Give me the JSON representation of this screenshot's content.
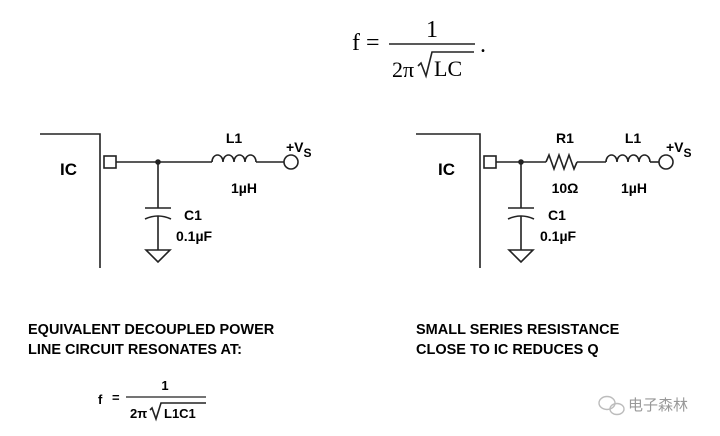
{
  "top_formula": {
    "lhs": "f",
    "equals": "=",
    "numerator": "1",
    "denominator_prefix": "2π",
    "radicand": "LC",
    "trailing": "."
  },
  "left_circuit": {
    "ic_label": "IC",
    "inductor_name": "L1",
    "inductor_value": "1µH",
    "capacitor_name": "C1",
    "capacitor_value": "0.1µF",
    "supply_prefix": "+V",
    "supply_sub": "S"
  },
  "right_circuit": {
    "ic_label": "IC",
    "resistor_name": "R1",
    "resistor_value": "10Ω",
    "inductor_name": "L1",
    "inductor_value": "1µH",
    "capacitor_name": "C1",
    "capacitor_value": "0.1µF",
    "supply_prefix": "+V",
    "supply_sub": "S"
  },
  "left_caption": {
    "line1": "EQUIVALENT DECOUPLED POWER",
    "line2": "LINE CIRCUIT RESONATES AT:"
  },
  "right_caption": {
    "line1": "SMALL SERIES RESISTANCE",
    "line2": "CLOSE TO IC REDUCES Q"
  },
  "bottom_formula": {
    "lhs": "f",
    "equals": "=",
    "numerator": "1",
    "denominator_prefix": "2π",
    "radicand": "L1C1"
  },
  "watermark": {
    "text": "电子森林"
  }
}
